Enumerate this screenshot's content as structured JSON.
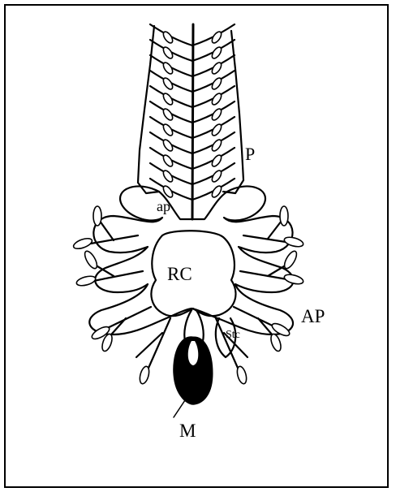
{
  "labels": {
    "P": "P",
    "ap": "ap",
    "RC": "RC",
    "AP": "AP",
    "stc": "Stc",
    "M": "M"
  },
  "colors": {
    "ink": "#000000",
    "background": "#ffffff"
  }
}
